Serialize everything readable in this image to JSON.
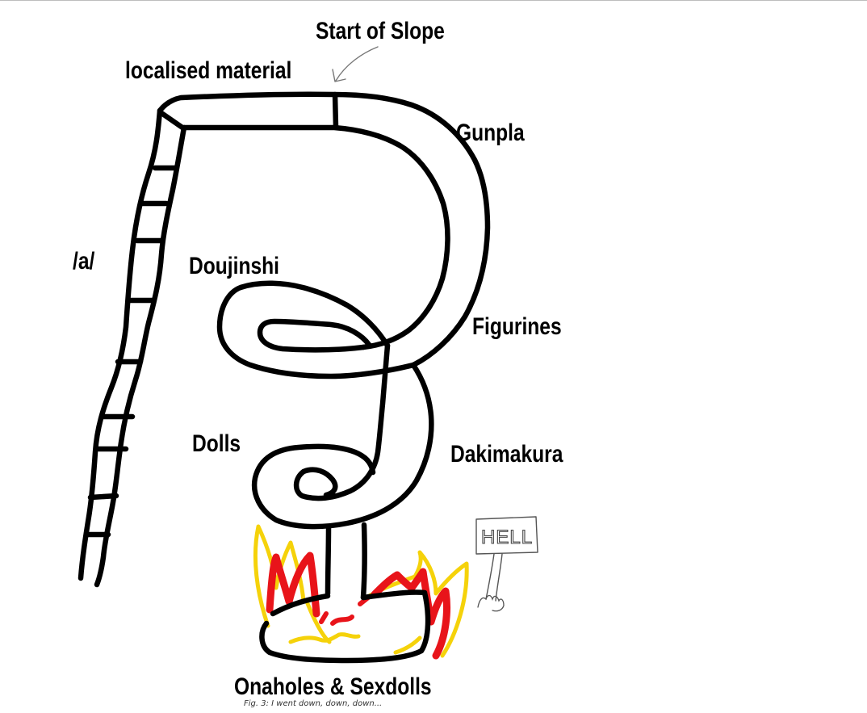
{
  "labels": {
    "start_of_slope": "Start of Slope",
    "localised_material": "localised material",
    "gunpla": "Gunpla",
    "a_board": "/a/",
    "doujinshi": "Doujinshi",
    "figurines": "Figurines",
    "dolls": "Dolls",
    "dakimakura": "Dakimakura",
    "onaholes_sexdolls": "Onaholes & Sexdolls"
  },
  "sign": {
    "text": "HELL"
  },
  "caption": "Fig. 3: I went down, down, down...",
  "colors": {
    "ink": "#000000",
    "fire_yellow": "#f5d20a",
    "fire_red": "#e8141a",
    "sketch_gray": "#666666"
  }
}
